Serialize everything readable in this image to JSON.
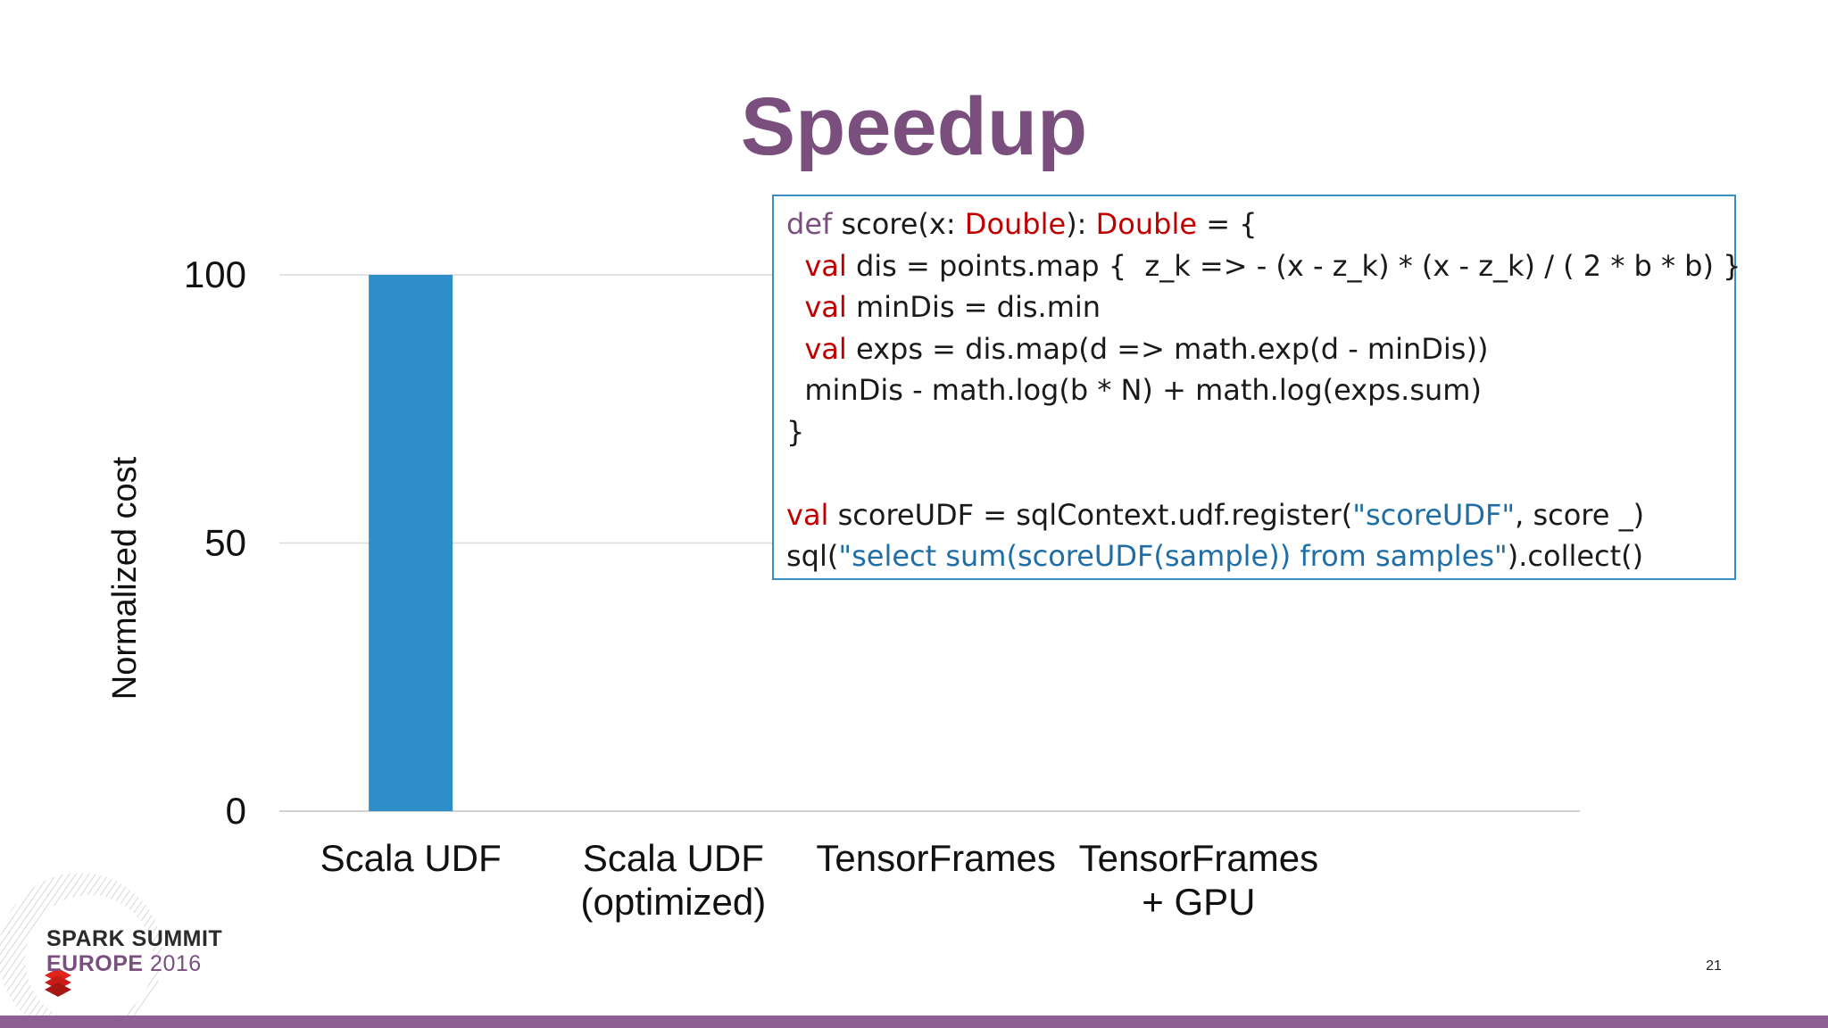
{
  "slide": {
    "title": "Speedup",
    "page_number": "21",
    "logo": {
      "line1": "SPARK SUMMIT",
      "line2_bold": "EUROPE",
      "line2_year": "2016"
    },
    "accent_color": "#8e5f93"
  },
  "chart_data": {
    "type": "bar",
    "categories": [
      "Scala UDF",
      "Scala UDF\n(optimized)",
      "TensorFrames",
      "TensorFrames\n+ GPU"
    ],
    "values": [
      100,
      null,
      null,
      null
    ],
    "ylabel": "Normalized cost",
    "ylim": [
      0,
      100
    ],
    "yticks": [
      0,
      50,
      100
    ],
    "grid": true,
    "bar_color": "#2e8ec8"
  },
  "code_box": {
    "lines": [
      [
        {
          "t": "def",
          "c": "kw-def"
        },
        {
          "t": " score(x: "
        },
        {
          "t": "Double",
          "c": "kw-type"
        },
        {
          "t": "): "
        },
        {
          "t": "Double",
          "c": "kw-type"
        },
        {
          "t": " = {"
        }
      ],
      [
        {
          "t": "  "
        },
        {
          "t": "val",
          "c": "kw-val"
        },
        {
          "t": " dis = points.map {  z_k => - (x - z_k) * (x - z_k) / ( 2 * b * b) }"
        }
      ],
      [
        {
          "t": "  "
        },
        {
          "t": "val",
          "c": "kw-val"
        },
        {
          "t": " minDis = dis.min"
        }
      ],
      [
        {
          "t": "  "
        },
        {
          "t": "val",
          "c": "kw-val"
        },
        {
          "t": " exps = dis.map(d => math.exp(d - minDis))"
        }
      ],
      [
        {
          "t": "  minDis - math.log(b * N) + math.log(exps.sum)"
        }
      ],
      [
        {
          "t": "}"
        }
      ],
      [
        {
          "t": ""
        }
      ],
      [
        {
          "t": "val",
          "c": "kw-val"
        },
        {
          "t": " scoreUDF = sqlContext.udf.register("
        },
        {
          "t": "\"scoreUDF\"",
          "c": "str"
        },
        {
          "t": ", score _)"
        }
      ],
      [
        {
          "t": "sql("
        },
        {
          "t": "\"select sum(scoreUDF(sample)) from samples\"",
          "c": "str"
        },
        {
          "t": ").collect()"
        }
      ]
    ]
  }
}
